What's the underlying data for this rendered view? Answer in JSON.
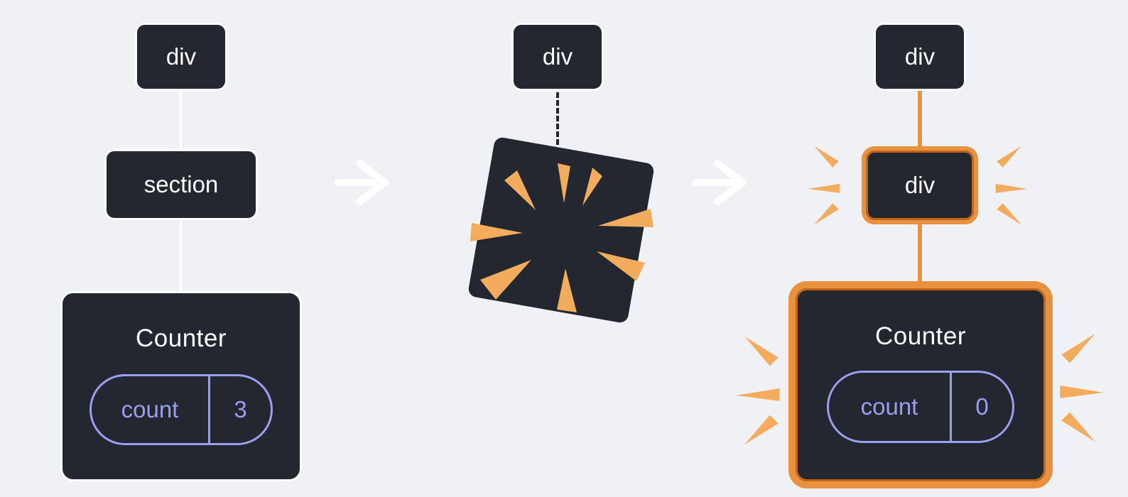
{
  "colors": {
    "background": "#f0f1f4",
    "node_fill": "#23272f",
    "node_border": "#ffffff",
    "text": "#ffffff",
    "state_purple": "#9d9df1",
    "highlight_orange": "#e8913f",
    "highlight_orange_dark": "#c4661a",
    "sparkle_orange": "#f3ac5e"
  },
  "panels": {
    "before": {
      "root": {
        "label": "div"
      },
      "child": {
        "label": "section"
      },
      "component": {
        "title": "Counter",
        "state": {
          "key": "count",
          "value": "3"
        }
      }
    },
    "transition": {
      "root": {
        "label": "div"
      },
      "icon": "poof-explosion"
    },
    "after": {
      "root": {
        "label": "div"
      },
      "child": {
        "label": "div"
      },
      "component": {
        "title": "Counter",
        "state": {
          "key": "count",
          "value": "0"
        }
      }
    }
  },
  "icons": {
    "arrow": "arrow-right",
    "poof": "poof-explosion",
    "sparkles": "sparkle-burst"
  }
}
